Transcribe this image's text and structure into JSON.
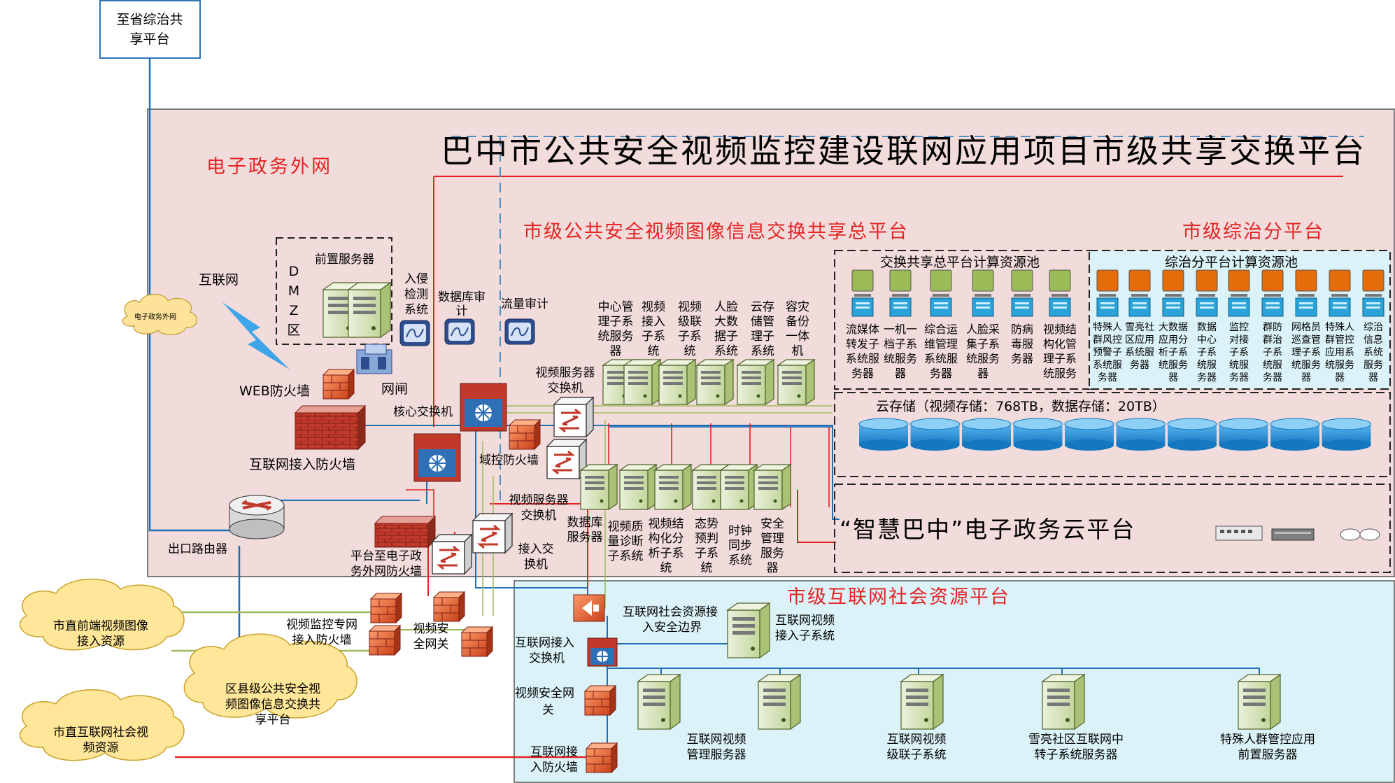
{
  "provincial_box": [
    "至省综治共",
    "享平台"
  ],
  "main_title": "巴中市公共安全视频监控建设联网应用项目市级共享交换平台",
  "egov_outer_net": "电子政务外网",
  "city_exchange_platform": "市级公共安全视频图像信息交换共享总平台",
  "city_governance_platform": "市级综治分平台",
  "egov_cloud_small": "电子政务外网",
  "internet_label": "互联网",
  "dmz_letters": [
    "D",
    "M",
    "Z",
    "区"
  ],
  "front_server": "前置服务器",
  "web_firewall": "WEB防火墙",
  "gateway": "网闸",
  "internet_access_firewall": "互联网接入防火墙",
  "exit_router": "出口路由器",
  "intrusion_detection": [
    "入侵",
    "检测",
    "系统"
  ],
  "db_audit": [
    "数据库审",
    "计"
  ],
  "traffic_audit": "流量审计",
  "core_switch": "核心交换机",
  "domain_firewall": "域控防火墙",
  "video_server_switch_top": [
    "视频服务器",
    "交换机"
  ],
  "video_server_switch_bottom": [
    "视频服务器",
    "交换机"
  ],
  "platform_firewall": [
    "平台至电子政",
    "务外网防火墙"
  ],
  "access_switch": [
    "接入交",
    "换机"
  ],
  "top_servers": [
    [
      "中心管",
      "理子系",
      "统服务",
      "器"
    ],
    [
      "视频",
      "接入",
      "子系",
      "统"
    ],
    [
      "视频",
      "级联",
      "子系",
      "统"
    ],
    [
      "人脸",
      "大数",
      "据子",
      "系统"
    ],
    [
      "云存",
      "储管",
      "理子",
      "系统"
    ],
    [
      "容灾",
      "备份",
      "一体",
      "机"
    ]
  ],
  "bottom_servers": [
    [
      "数据库",
      "服务器"
    ],
    [
      "视频质",
      "量诊断",
      "子系统"
    ],
    [
      "视频结",
      "构化分",
      "析子系",
      "统"
    ],
    [
      "态势",
      "预判",
      "子系",
      "统"
    ],
    [
      "时钟",
      "同步",
      "系统"
    ],
    [
      "安全",
      "管理",
      "服务",
      "器"
    ]
  ],
  "exchange_pool_title": "交换共享总平台计算资源池",
  "exchange_pool_items": [
    [
      "流媒体",
      "转发子",
      "系统服",
      "务器"
    ],
    [
      "一机一",
      "档子系",
      "统服务",
      "器"
    ],
    [
      "综合运",
      "维管理",
      "系统服",
      "务器"
    ],
    [
      "人脸采",
      "集子系",
      "统服务",
      "器"
    ],
    [
      "防病",
      "毒服",
      "务器"
    ],
    [
      "视频结",
      "构化管",
      "理子系",
      "统服务"
    ]
  ],
  "governance_pool_title": "综治分平台计算资源池",
  "governance_pool_items": [
    [
      "特殊人",
      "群风控",
      "预警子",
      "系统服",
      "务器"
    ],
    [
      "雪亮社",
      "区应用",
      "系统服",
      "务器"
    ],
    [
      "大数据",
      "应用分",
      "析子系",
      "统服务",
      "器"
    ],
    [
      "数据",
      "中心",
      "子系",
      "统服",
      "务器"
    ],
    [
      "监控",
      "对接",
      "子系",
      "统服",
      "务器"
    ],
    [
      "群防",
      "群治",
      "子系",
      "统服",
      "务器"
    ],
    [
      "网格员",
      "巡查管",
      "理子系",
      "统服务",
      "器"
    ],
    [
      "特殊人",
      "群管控",
      "应用系",
      "统服务",
      "器"
    ],
    [
      "综治",
      "信息",
      "系统",
      "服务",
      "器"
    ]
  ],
  "cloud_storage": "云存储（视频存储：768TB，数据存储：20TB）",
  "smart_bazhong": "“智慧巴中”电子政务云平台",
  "social_resource_platform": "市级互联网社会资源平台",
  "internet_social_boundary": [
    "互联网社会资源接",
    "入安全边界"
  ],
  "internet_video_access": [
    "互联网视频",
    "接入子系统"
  ],
  "internet_access_switch": [
    "互联网接入",
    "交换机"
  ],
  "video_security_gateway_right": [
    "视频安全网",
    "关"
  ],
  "internet_access_firewall_bottom": [
    "互联网接",
    "入防火墙"
  ],
  "internet_servers": [
    [
      "互联网视频",
      "管理服务器"
    ],
    [
      "互联网视频",
      "级联子系统"
    ],
    [
      "雪亮社区互联网中",
      "转子系统服务器"
    ],
    [
      "特殊人群管控应用",
      "前置服务器"
    ]
  ],
  "cloud_front_video": [
    "市直前端视频图像",
    "接入资源"
  ],
  "cloud_district": [
    "区县级公共安全视",
    "频图像信息交换共",
    "享平台"
  ],
  "cloud_internet_social": [
    "市直互联网社会视",
    "频资源"
  ],
  "video_monitor_firewall": [
    "视频监控专网",
    "接入防火墙"
  ],
  "video_security_gateway_left": [
    "视频安",
    "全网关"
  ],
  "colors": {
    "pink_bg": "#f2dcdb",
    "cyan_bg": "#dbf3f8",
    "red_line": "#e32424",
    "blue_line": "#1f6fb5",
    "green_line": "#9bbb59",
    "server_green": "#d7e4bd",
    "orange_top": "#e46c0a",
    "green_top": "#9bbb59",
    "storage_blue": "#1e90d6"
  }
}
